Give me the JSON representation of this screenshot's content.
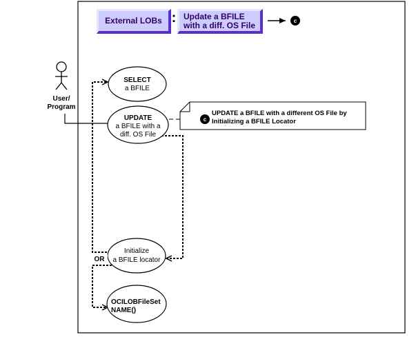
{
  "header": {
    "breadcrumb_root": "External LOBs",
    "separator": ":",
    "current_line1": "Update a BFILE",
    "current_line2": "with a diff. OS File",
    "continuation_icon": "circled-c-icon",
    "continuation_glyph": "c"
  },
  "colors": {
    "header_fill": "#ccccff",
    "header_text": "#330066",
    "header_shadow": "#5b2fc9",
    "line": "#000000"
  },
  "actor": {
    "icon": "stick-figure-icon",
    "label_line1": "User/",
    "label_line2": "Program"
  },
  "use_cases": [
    {
      "id": "select",
      "line1": "SELECT",
      "line2": "a BFILE",
      "line3": ""
    },
    {
      "id": "update",
      "line1": "UPDATE",
      "line2": "a BFILE with a",
      "line3": "diff. OS File"
    },
    {
      "id": "initialize",
      "line1": "Initialize",
      "line2": "a BFILE locator",
      "line3": ""
    },
    {
      "id": "ocilobfileset",
      "line1": "OCILOBFileSet",
      "line2": "NAME()",
      "line3": ""
    }
  ],
  "note": {
    "glyph": "c",
    "line1": "UPDATE a BFILE with a different OS File by",
    "line2": "Initializing a BFILE Locator"
  },
  "or_label": "OR"
}
